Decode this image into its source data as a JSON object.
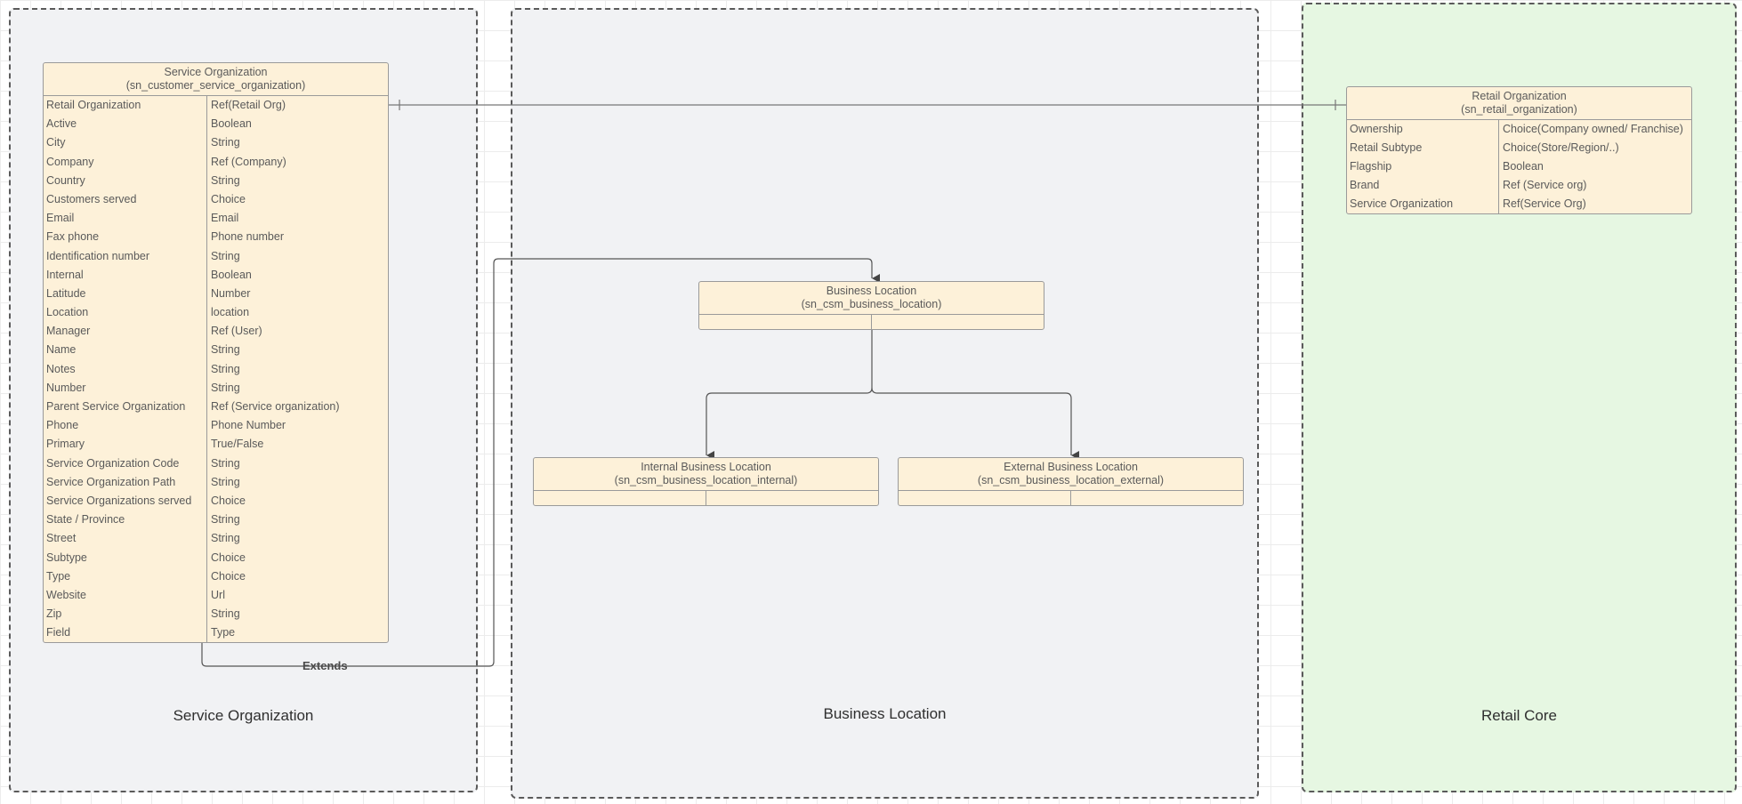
{
  "zones": {
    "service_org": "Service Organization",
    "business_location": "Business Location",
    "retail_core": "Retail Core"
  },
  "colors": {
    "entity_fill": "#fdf1d9",
    "zone_fill_grey": "#f1f2f4",
    "zone_fill_green": "#e6f7e2",
    "line": "#666666"
  },
  "service_org_entity": {
    "title": "Service Organization",
    "table": "(sn_customer_service_organization)",
    "rows": [
      [
        "Retail Organization",
        "Ref(Retail Org)"
      ],
      [
        "Active",
        "Boolean"
      ],
      [
        "City",
        "String"
      ],
      [
        "Company",
        "Ref (Company)"
      ],
      [
        "Country",
        "String"
      ],
      [
        "Customers served",
        "Choice"
      ],
      [
        "Email",
        "Email"
      ],
      [
        "Fax phone",
        "Phone number"
      ],
      [
        "Identification number",
        "String"
      ],
      [
        "Internal",
        "Boolean"
      ],
      [
        "Latitude",
        "Number"
      ],
      [
        "Location",
        "location"
      ],
      [
        "Manager",
        "Ref (User)"
      ],
      [
        "Name",
        "String"
      ],
      [
        "Notes",
        "String"
      ],
      [
        "Number",
        "String"
      ],
      [
        "Parent Service Organization",
        "Ref (Service organization)"
      ],
      [
        "Phone",
        "Phone Number"
      ],
      [
        "Primary",
        "True/False"
      ],
      [
        "Service Organization Code",
        "String"
      ],
      [
        "Service Organization Path",
        "String"
      ],
      [
        "Service Organizations served",
        "Choice"
      ],
      [
        "State / Province",
        "String"
      ],
      [
        "Street",
        "String"
      ],
      [
        "Subtype",
        "Choice"
      ],
      [
        "Type",
        "Choice"
      ],
      [
        "Website",
        "Url"
      ],
      [
        "Zip",
        "String"
      ],
      [
        "Field",
        "Type"
      ]
    ]
  },
  "business_location": {
    "title": "Business Location",
    "table": "(sn_csm_business_location)"
  },
  "internal_location": {
    "title": "Internal Business Location",
    "table": "(sn_csm_business_location_internal)"
  },
  "external_location": {
    "title": "External Business Location",
    "table": "(sn_csm_business_location_external)"
  },
  "retail_org": {
    "title": "Retail Organization",
    "table": "(sn_retail_organization)",
    "rows": [
      [
        "Ownership",
        "Choice(Company owned/ Franchise)"
      ],
      [
        "Retail Subtype",
        "Choice(Store/Region/..)"
      ],
      [
        "Flagship",
        "Boolean"
      ],
      [
        "Brand",
        "Ref (Service org)"
      ],
      [
        "Service Organization",
        "Ref(Service Org)"
      ]
    ]
  },
  "relations": {
    "extends_label": "Extends"
  }
}
